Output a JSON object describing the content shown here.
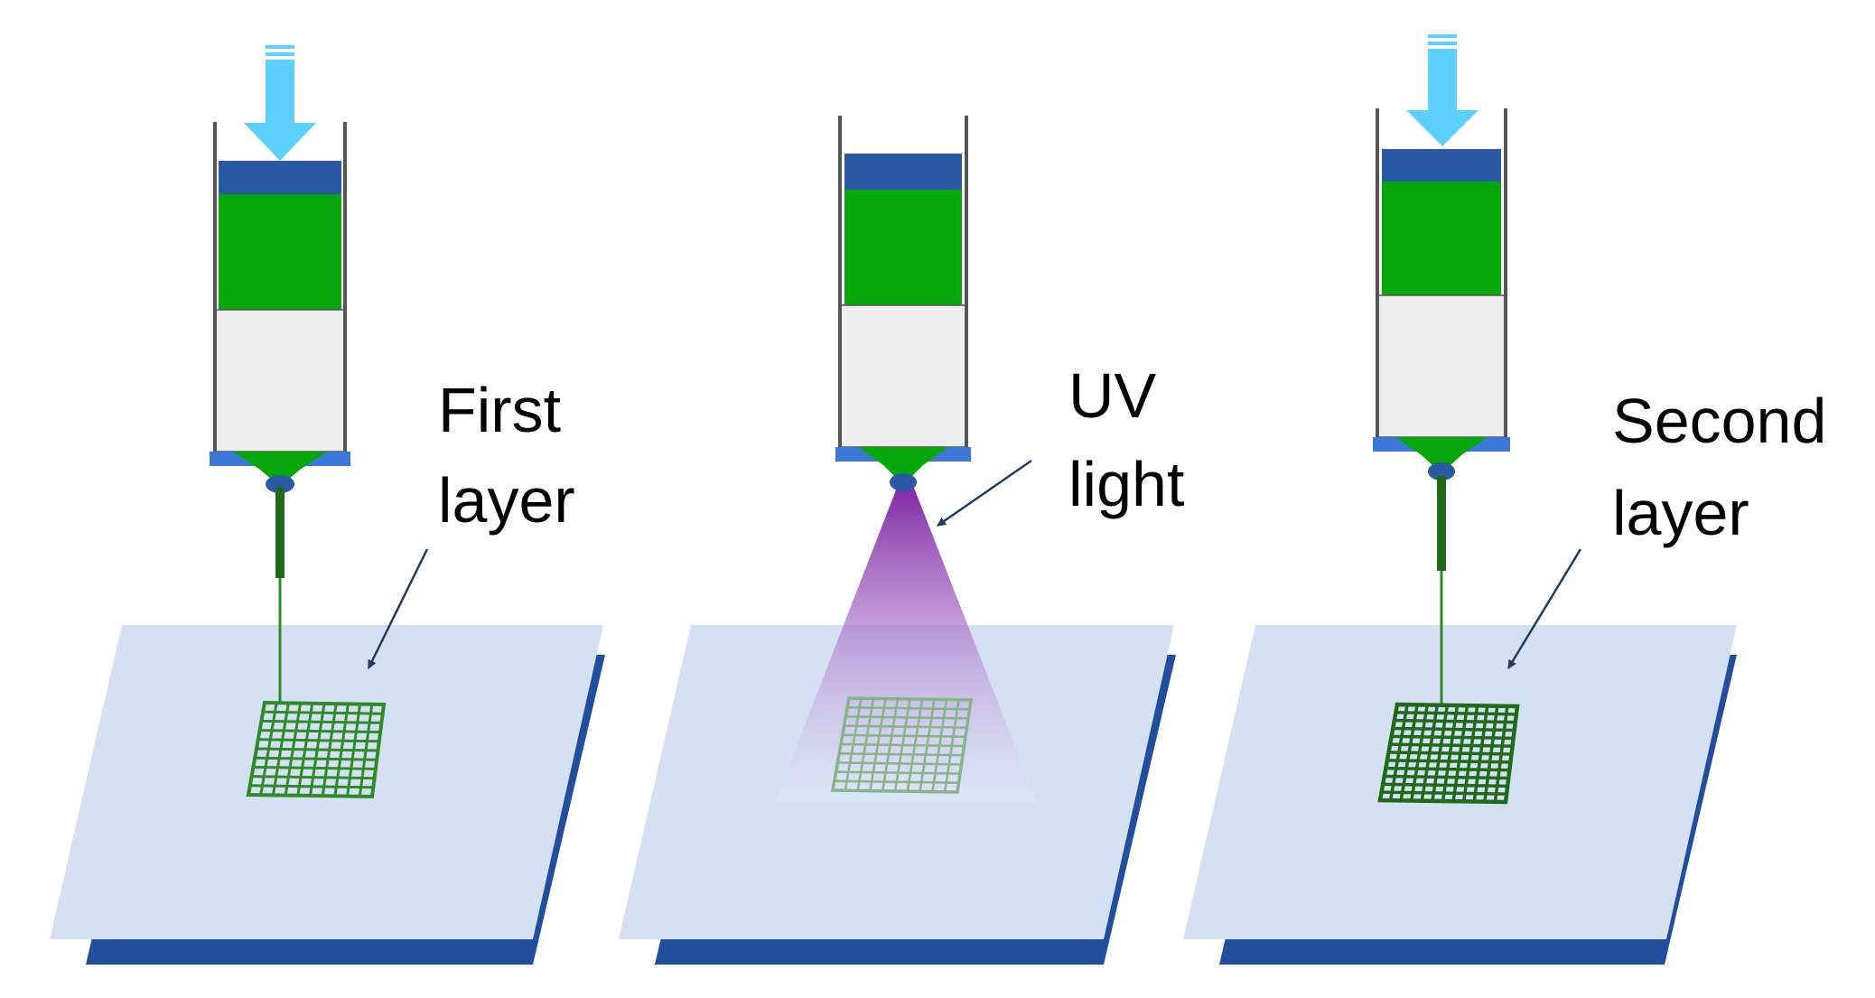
{
  "labels": {
    "first_line1": "First",
    "first_line2": "layer",
    "uv_line1": "UV",
    "uv_line2": "light",
    "second_line1": "Second",
    "second_line2": "layer"
  },
  "colors": {
    "background": "#ffffff",
    "substrate_fill": "#d5e0f3",
    "substrate_edge": "#214f9d",
    "syringe_wall": "#555555",
    "syringe_body": "#eeeeee",
    "plunger": "#2b5aa5",
    "bioink": "#05a70b",
    "nozzle_cap": "#3c78d8",
    "mesh": "#2f8a2a",
    "mesh_dark": "#1f6b1a",
    "mesh_cured": "#86b58a",
    "press_arrow": "#5cd0ff",
    "uv_top": "#7a1fa2",
    "uv_bottom": "#e8eefc",
    "pointer_arrow": "#1e3a66"
  },
  "icons": [
    "press-arrow-icon",
    "pointer-arrow-icon",
    "uv-cone-icon"
  ]
}
